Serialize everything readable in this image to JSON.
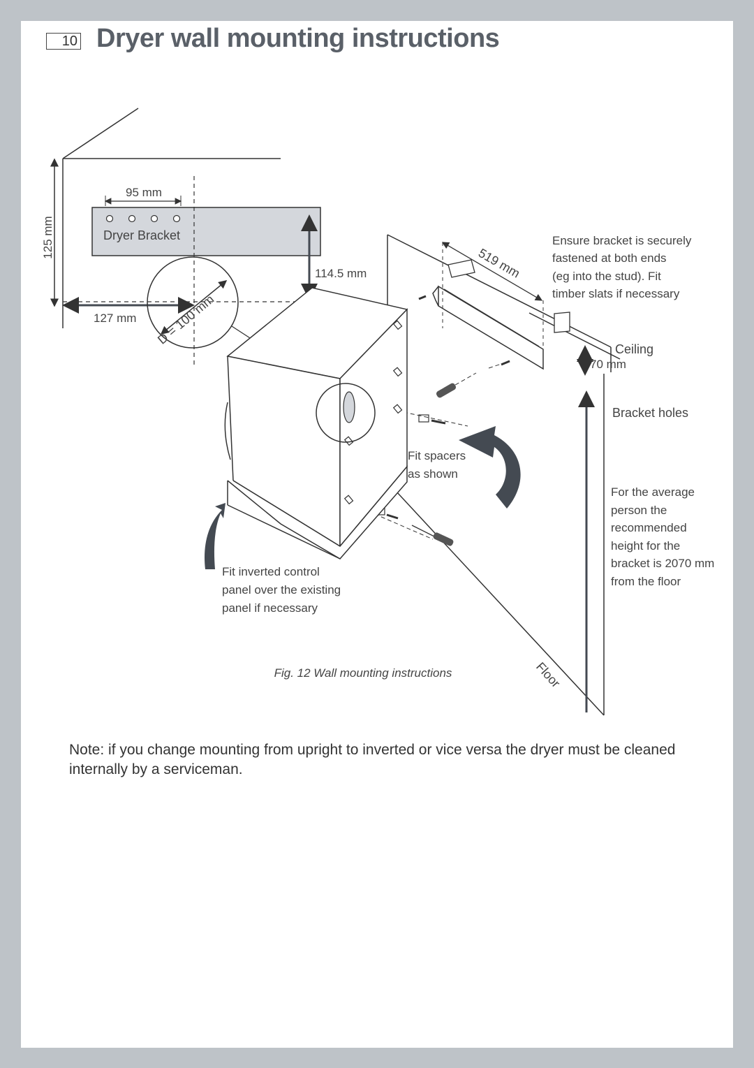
{
  "page": {
    "number": "10",
    "title": "Dryer wall mounting instructions"
  },
  "figure": {
    "caption": "Fig. 12 Wall mounting instructions",
    "dimensions": {
      "hole_spacing": "95 mm",
      "bracket_height": "125 mm",
      "bracket_label": "Dryer Bracket",
      "offset_vertical": "114.5 mm",
      "offset_horizontal": "127 mm",
      "circle_diameter": "D = 100 mm",
      "bracket_length": "519 mm",
      "ceiling_gap": "70 mm"
    },
    "labels": {
      "secure_note": [
        "Ensure bracket is securely",
        "fastened at both ends",
        "(eg into the stud). Fit",
        "timber slats if necessary"
      ],
      "ceiling": "Ceiling",
      "bracket_holes": "Bracket holes",
      "height_note": [
        "For the average",
        "person the",
        "recommended",
        "height for the",
        "bracket is 2070 mm",
        "from the floor"
      ],
      "spacers": [
        "Fit spacers",
        "as shown"
      ],
      "control_panel": [
        "Fit inverted control",
        "panel over the existing",
        "panel if necessary"
      ],
      "floor": "Floor"
    }
  },
  "note": "Note: if you change mounting from upright to inverted or vice versa the dryer must be cleaned internally by a serviceman.",
  "colors": {
    "background": "#bec3c8",
    "title": "#5a6068",
    "bracket_fill": "#d4d7dc",
    "arrow_fill": "#444a52"
  }
}
